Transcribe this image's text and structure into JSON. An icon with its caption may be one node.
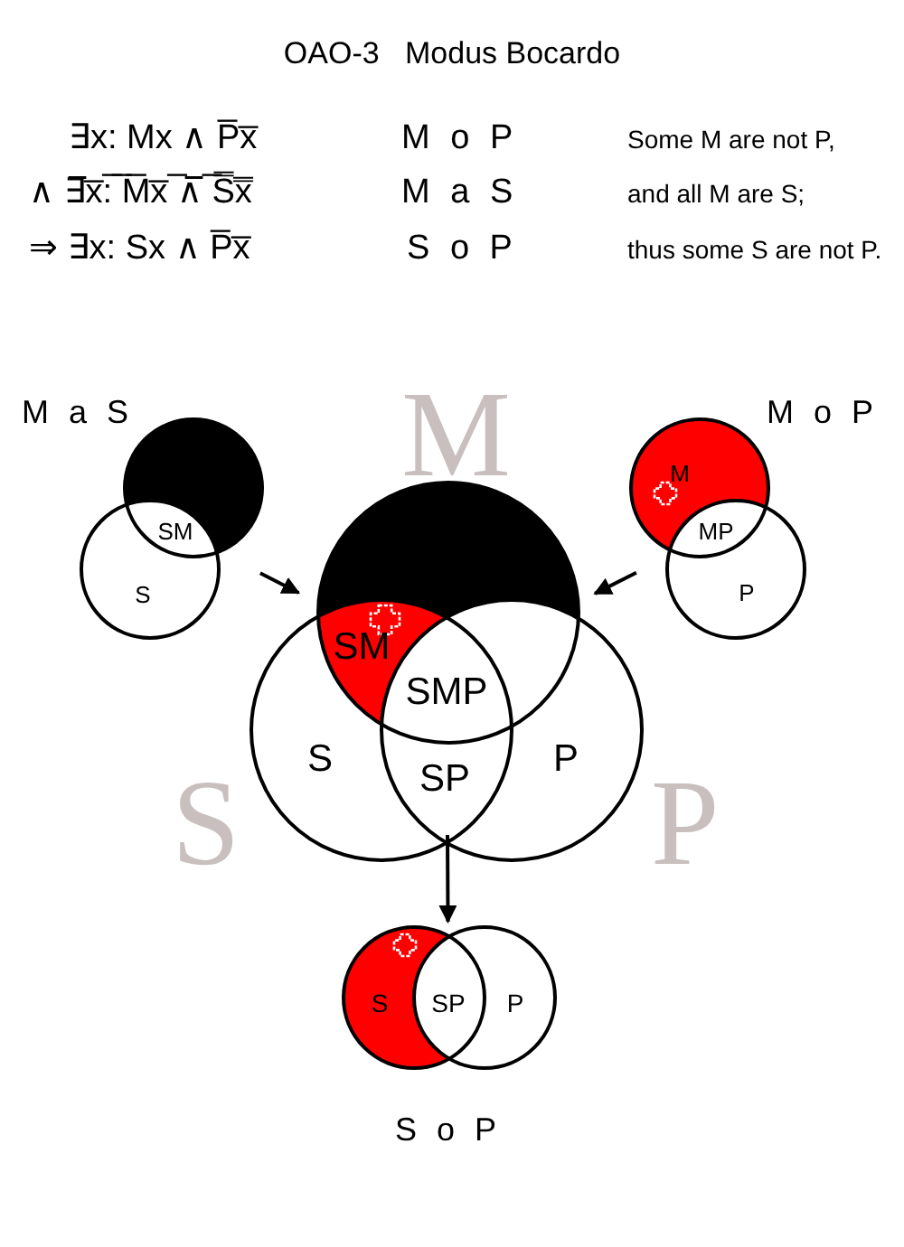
{
  "diagram": {
    "title": "OAO-3   Modus Bocardo",
    "nodes": [
      {
        "text": [
          "M a S",
          "SM",
          "S"
        ]
      },
      {
        "text": [
          "M o P",
          "M",
          "MP",
          "P"
        ]
      },
      {
        "text": [
          "SM",
          "SMP",
          "S",
          "SP",
          "P"
        ]
      },
      {
        "text": [
          "S",
          "SP",
          "P",
          "S o P"
        ]
      }
    ],
    "edges": [
      {
        "from": 0,
        "to": 2,
        "arrow": "to"
      },
      {
        "from": 1,
        "to": 2,
        "arrow": "to"
      },
      {
        "from": 2,
        "to": 3,
        "arrow": "to"
      }
    ],
    "labels": [
      "∃x: Mx ∧ P̅x̅",
      "M o P",
      "Some M are not P,",
      "∧ ∃̅x̅:̅ ̅M̅x̅ ̅∧̅ ̅S̿x̿",
      "M a S",
      "and all M are S;",
      "⇒ ∃x: Sx ∧ P̅x̅",
      "S o P",
      "thus some S are not P.",
      "M",
      "S",
      "P"
    ]
  }
}
